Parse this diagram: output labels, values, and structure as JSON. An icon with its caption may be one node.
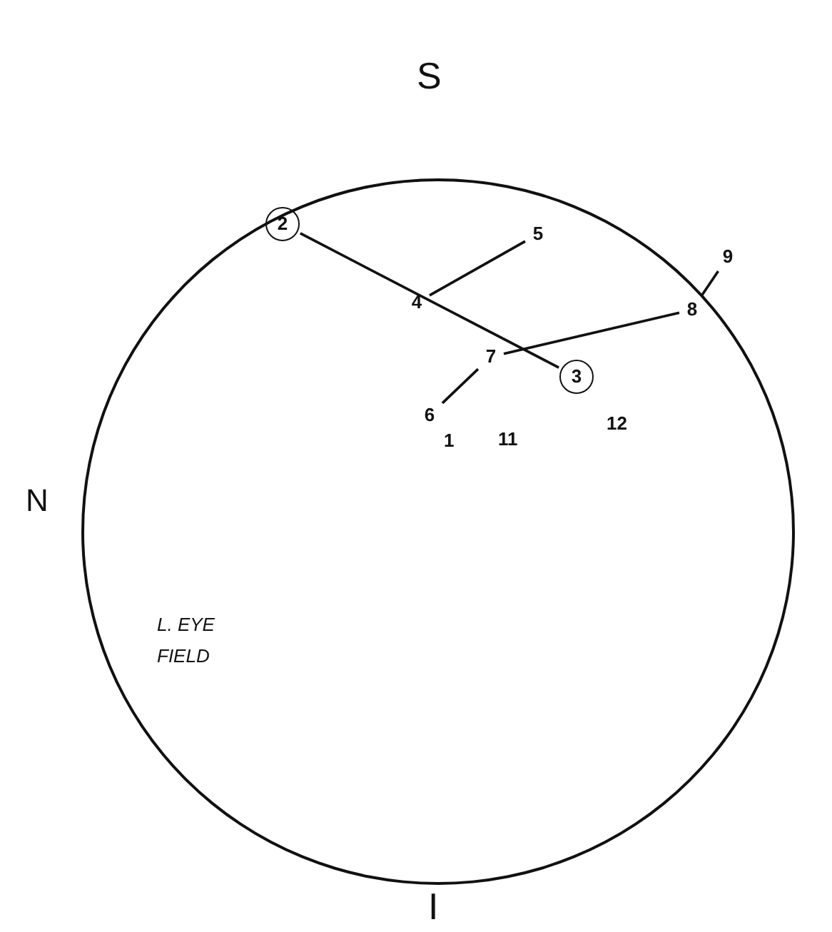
{
  "diagram": {
    "nodes": [
      {
        "text": [
          "L. EYE FIELD"
        ]
      },
      {
        "text": [
          "2"
        ],
        "in": 0
      },
      {
        "text": [
          "3"
        ],
        "in": 0
      },
      {
        "text": [
          "4"
        ],
        "in": 0
      },
      {
        "text": [
          "5"
        ],
        "in": 0
      },
      {
        "text": [
          "6"
        ],
        "in": 0
      },
      {
        "text": [
          "7"
        ],
        "in": 0
      },
      {
        "text": [
          "8"
        ],
        "in": 0
      },
      {
        "text": [
          "9"
        ],
        "in": 0
      }
    ],
    "edges": [
      {
        "from": 1,
        "to": 2,
        "arrow": "none"
      },
      {
        "from": 3,
        "to": 4,
        "arrow": "none"
      },
      {
        "from": 5,
        "to": 6,
        "arrow": "none"
      },
      {
        "from": 6,
        "to": 7,
        "arrow": "none"
      },
      {
        "from": 7,
        "to": 8,
        "arrow": "none"
      }
    ],
    "labels": [
      "S",
      "N",
      "1",
      "11",
      "12",
      "I"
    ]
  }
}
